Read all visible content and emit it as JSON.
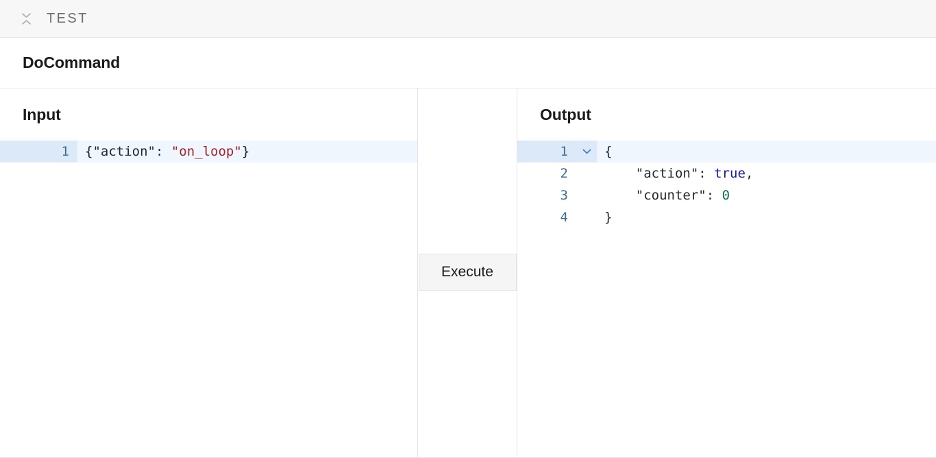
{
  "topbar": {
    "collapse_icon": "collapse-chevrons-icon",
    "title": "TEST"
  },
  "command": {
    "title": "DoCommand"
  },
  "input_pane": {
    "title": "Input",
    "lines": [
      {
        "number": "1",
        "active": true,
        "tokens": [
          {
            "text": "{",
            "type": "punct"
          },
          {
            "text": "\"action\"",
            "type": "key"
          },
          {
            "text": ": ",
            "type": "punct"
          },
          {
            "text": "\"on_loop\"",
            "type": "str"
          },
          {
            "text": "}",
            "type": "punct"
          }
        ]
      }
    ],
    "raw_text": "{\"action\": \"on_loop\"}"
  },
  "middle_pane": {
    "execute_label": "Execute"
  },
  "output_pane": {
    "title": "Output",
    "lines": [
      {
        "number": "1",
        "active": true,
        "fold_icon": "chevron-down-icon",
        "tokens": [
          {
            "text": "{",
            "type": "punct"
          }
        ]
      },
      {
        "number": "2",
        "active": false,
        "tokens": [
          {
            "text": "    ",
            "type": "punct"
          },
          {
            "text": "\"action\"",
            "type": "key"
          },
          {
            "text": ": ",
            "type": "punct"
          },
          {
            "text": "true",
            "type": "bool"
          },
          {
            "text": ",",
            "type": "punct"
          }
        ]
      },
      {
        "number": "3",
        "active": false,
        "tokens": [
          {
            "text": "    ",
            "type": "punct"
          },
          {
            "text": "\"counter\"",
            "type": "key"
          },
          {
            "text": ": ",
            "type": "punct"
          },
          {
            "text": "0",
            "type": "num"
          }
        ]
      },
      {
        "number": "4",
        "active": false,
        "tokens": [
          {
            "text": "}",
            "type": "punct"
          }
        ]
      }
    ],
    "raw_text": "{\n    \"action\": true,\n    \"counter\": 0\n}"
  },
  "colors": {
    "topbar_bg": "#f7f7f7",
    "border": "#e4e4e6",
    "active_gutter": "#dce9f8",
    "active_line": "#f0f6fd",
    "line_number": "#3c6e8f",
    "string": "#a3242b",
    "boolean": "#1a1aa6",
    "number": "#0b6b4f",
    "text": "#24292e",
    "button_bg": "#f5f5f5"
  }
}
